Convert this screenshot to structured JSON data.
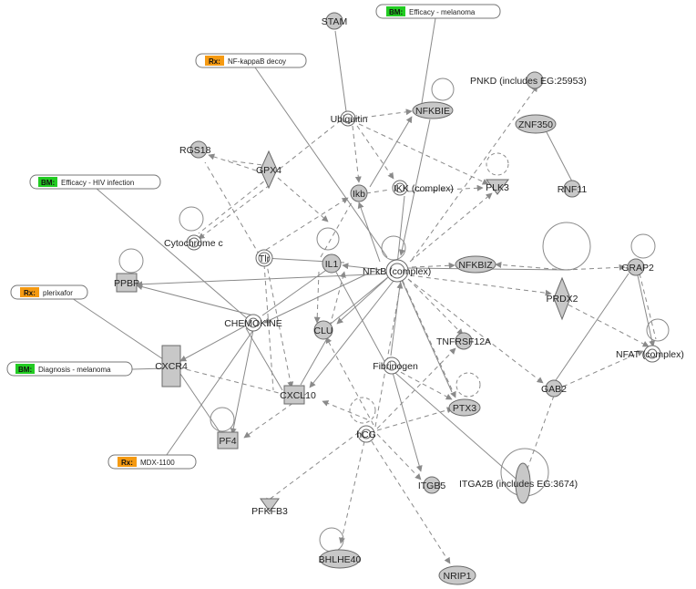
{
  "nodes": {
    "stam": "STAM",
    "ubiquitin": "Ubiquitin",
    "nfkbie": "NFKBIE",
    "pnkd": "PNKD (includes EG:25953)",
    "znf350": "ZNF350",
    "rgs18": "RGS18",
    "gpx4": "GPX4",
    "ikb": "Ikb",
    "ikk": "IKK (complex)",
    "plk3": "PLK3",
    "rnf11": "RNF11",
    "cytochrome": "Cytochrome c",
    "tlr": "Tlr",
    "il1": "IL1",
    "nfkb": "NFkB (complex)",
    "nfkbiz": "NFKBIZ",
    "grap2": "GRAP2",
    "ppbp": "PPBP",
    "prdx2": "PRDX2",
    "chemokine": "CHEMOKINE",
    "clu": "CLU",
    "tnfrsf12a": "TNFRSF12A",
    "nfat": "NFAT (complex)",
    "cxcr4": "CXCR4",
    "fibrinogen": "Fibrinogen",
    "gab2": "GAB2",
    "cxcl10": "CXCL10",
    "ptx3": "PTX3",
    "hcg": "hCG",
    "pf4": "PF4",
    "itgb5": "ITGB5",
    "itga2b": "ITGA2B (includes EG:3674)",
    "pfkfb3": "PFKFB3",
    "bhlhe40": "BHLHE40",
    "nrip1": "NRIP1"
  },
  "tags": {
    "bm_melanoma": {
      "key": "BM:",
      "text": "Efficacy - melanoma",
      "color": "#22cc22"
    },
    "rx_nfkappab": {
      "key": "Rx:",
      "text": "NF-kappaB decoy",
      "color": "#f59a12"
    },
    "bm_hiv": {
      "key": "BM:",
      "text": "Efficacy - HIV infection",
      "color": "#22cc22"
    },
    "rx_plerixafor": {
      "key": "Rx:",
      "text": "plerixafor",
      "color": "#f59a12"
    },
    "bm_diagnosis": {
      "key": "BM:",
      "text": "Diagnosis - melanoma",
      "color": "#22cc22"
    },
    "rx_mdx": {
      "key": "Rx:",
      "text": "MDX-1100",
      "color": "#f59a12"
    }
  },
  "colors": {
    "node_fill": "#c8c8c8",
    "node_stroke": "#6a6a6a",
    "edge": "#8a8a8a"
  }
}
